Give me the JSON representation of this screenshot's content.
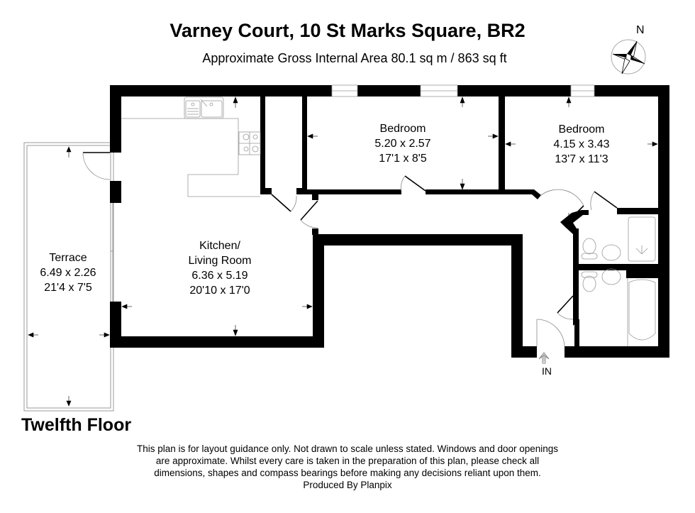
{
  "header": {
    "title": "Varney Court, 10 St Marks Square, BR2",
    "subtitle": "Approximate Gross Internal Area 80.1 sq m / 863 sq ft"
  },
  "compass": {
    "label": "N",
    "icon": "compass-rose-icon"
  },
  "rooms": [
    {
      "name": "Terrace",
      "metric": "6.49 x 2.26",
      "imperial": "21'4 x 7'5"
    },
    {
      "name": "Kitchen/",
      "name2": "Living Room",
      "metric": "6.36 x 5.19",
      "imperial": "20'10 x 17'0"
    },
    {
      "name": "Bedroom",
      "metric": "5.20 x 2.57",
      "imperial": "17'1 x 8'5"
    },
    {
      "name": "Bedroom",
      "metric": "4.15 x 3.43",
      "imperial": "13'7 x 11'3"
    }
  ],
  "entrance": {
    "label": "IN"
  },
  "floor": {
    "label": "Twelfth Floor"
  },
  "disclaimer": {
    "lines": [
      "This plan is for layout guidance only. Not drawn to scale unless stated. Windows and door openings",
      "are approximate. Whilst every care is taken in the preparation of this plan, please check all",
      "dimensions, shapes and compass bearings before making any decisions reliant upon them.",
      "Produced By Planpix"
    ]
  },
  "colors": {
    "wall": "#000000",
    "fixture_line": "#999999",
    "background": "#ffffff"
  }
}
